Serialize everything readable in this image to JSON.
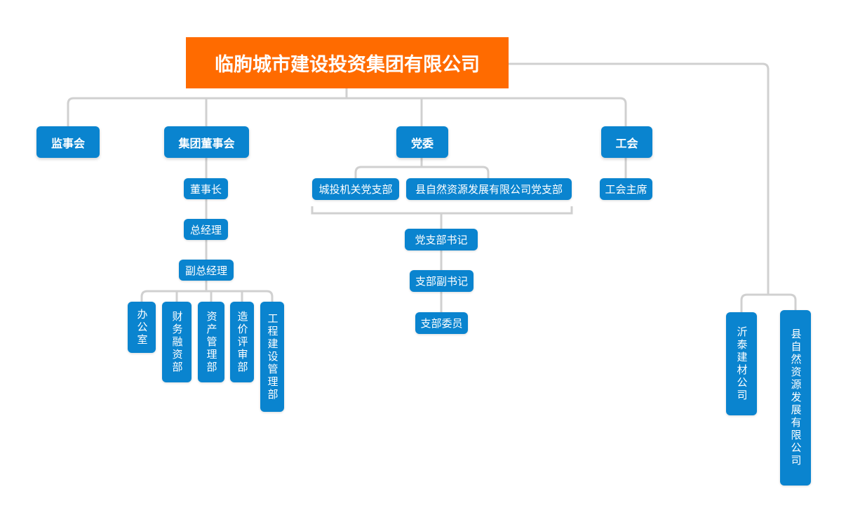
{
  "root": {
    "title": "临朐城市建设投资集团有限公司",
    "color": "#ff6b00"
  },
  "level1": {
    "supervisory_board": "监事会",
    "board": "集团董事会",
    "party_committee": "党委",
    "union": "工会"
  },
  "board_chain": {
    "chairman": "董事长",
    "general_manager": "总经理",
    "deputy_gm": "副总经理",
    "departments": [
      "办公室",
      "财务融资部",
      "资产管理部",
      "造价评审部",
      "工程建设管理部"
    ]
  },
  "party": {
    "branches": [
      "城投机关党支部",
      "县自然资源发展有限公司党支部"
    ],
    "secretary": "党支部书记",
    "deputy_secretary": "支部副书记",
    "member": "支部委员"
  },
  "union_chain": {
    "chairman": "工会主席"
  },
  "subsidiaries": [
    "沂泰建材公司",
    "县自然资源发展有限公司"
  ],
  "colors": {
    "node": "#0a84cf",
    "root": "#ff6b00",
    "line": "#d0d0d0"
  }
}
